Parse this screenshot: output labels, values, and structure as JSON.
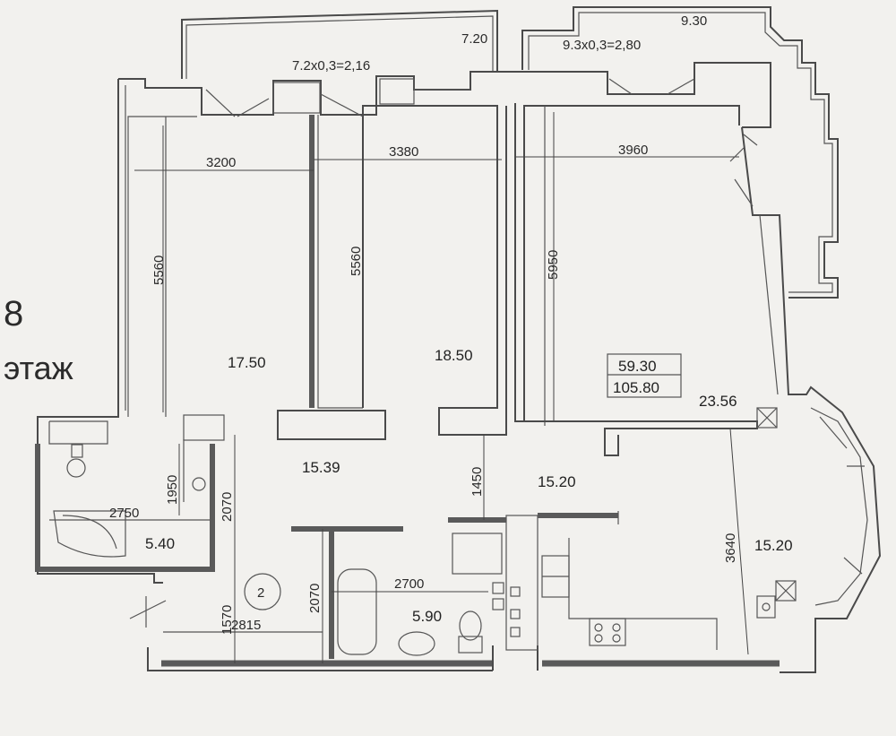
{
  "floor": {
    "number": "8",
    "word": "этаж"
  },
  "loggias": {
    "left_area": "7.20",
    "left_calc": "7.2x0,3=2,16",
    "right_area": "9.30",
    "right_calc": "9.3x0,3=2,80"
  },
  "dimensions": {
    "w_room1": "3200",
    "w_room2": "3380",
    "w_room3": "3960",
    "h_room1": "5560",
    "h_room2": "5560",
    "h_room3": "5950",
    "corridor_h": "1450",
    "bath_w": "2750",
    "bath_h": "1950",
    "wc_h": "2070",
    "hall_h": "2070",
    "bath2_w": "2700",
    "entry_h": "1570",
    "entry_w": "2815",
    "kitchen_h": "3640"
  },
  "rooms": {
    "room1": "17.50",
    "room2": "18.50",
    "room3": "23.56",
    "hall": "15.39",
    "corridor": "15.20",
    "kitchen": "15.20",
    "bath1": "5.40",
    "bath2": "5.90"
  },
  "totals": {
    "living": "59.30",
    "total": "105.80"
  },
  "entrance_marker": "2"
}
